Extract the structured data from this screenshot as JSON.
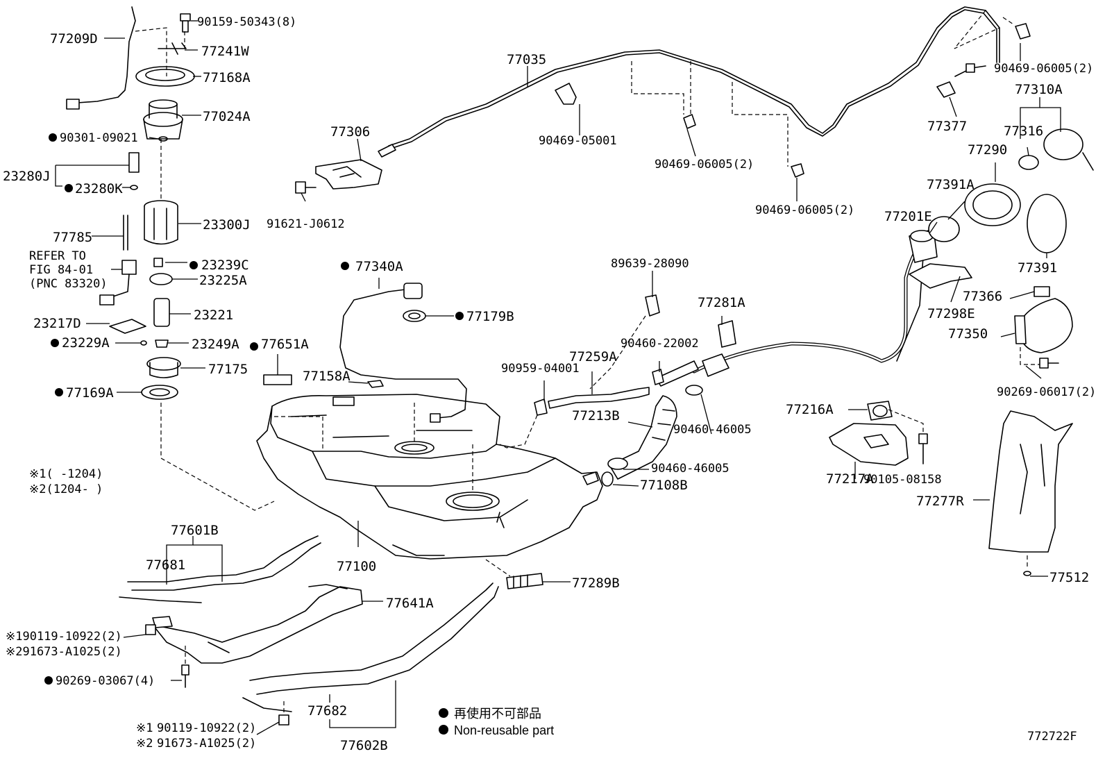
{
  "labels": {
    "p77209D": "77209D",
    "p90159": "90159-50343(8)",
    "p77241W": "77241W",
    "p77168A": "77168A",
    "p77024A": "77024A",
    "p90301": "90301-09021",
    "p23280J": "23280J",
    "p23280K": "23280K",
    "p23300J": "23300J",
    "p77785": "77785",
    "refer1": "REFER TO",
    "refer2": "FIG 84-01",
    "refer3": "(PNC 83320)",
    "p23239C": "23239C",
    "p23225A": "23225A",
    "p23221": "23221",
    "p23217D": "23217D",
    "p23229A": "23229A",
    "p23249A": "23249A",
    "p77651A": "77651A",
    "p77175": "77175",
    "p77169A": "77169A",
    "note1": "※1(  -1204)",
    "note2": "※2(1204-  )",
    "p77035": "77035",
    "p77306": "77306",
    "p91621": "91621-J0612",
    "p90469a": "90469-05001",
    "p90469b": "90469-06005(2)",
    "p90469c": "90469-06005(2)",
    "p90469d": "90469-06005(2)",
    "p77377": "77377",
    "p77310A": "77310A",
    "p77316": "77316",
    "p77290": "77290",
    "p77391A": "77391A",
    "p77201E": "77201E",
    "p77391": "77391",
    "p77366": "77366",
    "p77298E": "77298E",
    "p77350": "77350",
    "p90269a": "90269-06017(2)",
    "p77340A": "77340A",
    "p77179B": "77179B",
    "p77158A": "77158A",
    "p89639": "89639-28090",
    "p77281A": "77281A",
    "p90460a": "90460-22002",
    "p90959": "90959-04001",
    "p77259A": "77259A",
    "p77213B": "77213B",
    "p90460b": "90460-46005",
    "p90460c": "90460-46005",
    "p77108B": "77108B",
    "p77216A": "77216A",
    "p77217A": "77217A",
    "p90105": "90105-08158",
    "p77277R": "77277R",
    "p77512": "77512",
    "p77601B": "77601B",
    "p77681": "77681",
    "p77100": "77100",
    "p77289B": "77289B",
    "p77641A": "77641A",
    "p90119a1": "※190119-10922(2)",
    "p91673a2": "※291673-A1025(2)",
    "p90269b": "90269-03067(4)",
    "p77682": "77682",
    "p90119b1": "90119-10922(2)",
    "p91673b2": "91673-A1025(2)",
    "p90119b1pre": "※1",
    "p91673b2pre": "※2",
    "p77602B": "77602B"
  },
  "legend": {
    "line1": "再使用不可部品",
    "line2": "Non-reusable part"
  },
  "figure_id": "772722F"
}
